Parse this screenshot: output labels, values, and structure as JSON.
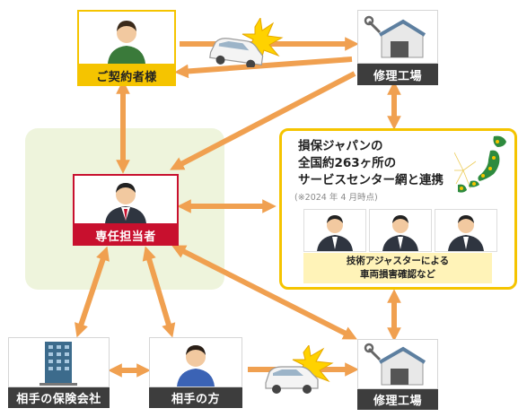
{
  "nodes": {
    "customer": "ご契約者様",
    "repair_shop_top": "修理工場",
    "agent": "専任担当者",
    "other_insurer": "相手の保険会社",
    "other_party": "相手の方",
    "repair_shop_bottom": "修理工場"
  },
  "network": {
    "title_line1": "損保ジャパンの",
    "title_line2": "全国約263ヶ所の",
    "title_line3": "サービスセンター網と連携",
    "note": "(※2024 年 4 月時点)",
    "adjuster_line1": "技術アジャスターによる",
    "adjuster_line2": "車両損害確認など"
  },
  "colors": {
    "arrow": "#f0a050",
    "yellow": "#f5c400",
    "red": "#c8102e",
    "dark": "#3d3d3d",
    "zone_green": "#eef4dc"
  },
  "icons": [
    "person-icon",
    "car-crash-icon",
    "garage-icon",
    "japan-map-icon",
    "building-icon"
  ]
}
